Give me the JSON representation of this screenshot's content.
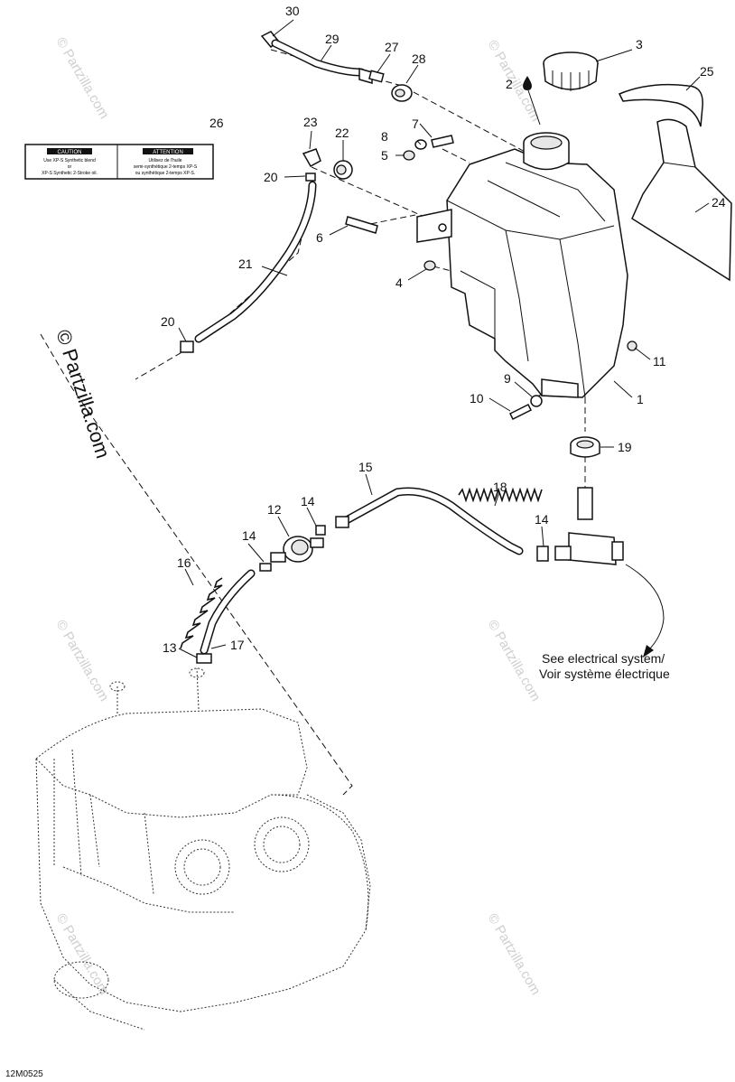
{
  "diagram": {
    "callouts": [
      "1",
      "2",
      "3",
      "4",
      "5",
      "6",
      "7",
      "8",
      "9",
      "10",
      "11",
      "12",
      "13",
      "14",
      "14",
      "14",
      "15",
      "16",
      "17",
      "18",
      "19",
      "20",
      "20",
      "21",
      "22",
      "23",
      "24",
      "25",
      "26",
      "27",
      "28",
      "29",
      "30"
    ],
    "note_line1": "See electrical system/",
    "note_line2": "Voir système électrique",
    "watermark_vertical": "© Partzilla.com",
    "watermark_small": "© Partzilla.com",
    "figure_code": "12M0525",
    "decal": {
      "left_title": "CAUTION",
      "left_text_1": "Use XP-S Synthetic blend",
      "left_text_2": "or",
      "left_text_3": "XP-S Synthetic 2-Stroke oil.",
      "right_title": "ATTENTION",
      "right_text_1": "Utilisez de l'huile",
      "right_text_2": "semi-synthétique 2-temps XP-S",
      "right_text_3": "ou synthétique 2-temps XP-S."
    }
  },
  "colors": {
    "line": "#111111",
    "watermark": "#cfcfcf",
    "background": "#ffffff"
  }
}
